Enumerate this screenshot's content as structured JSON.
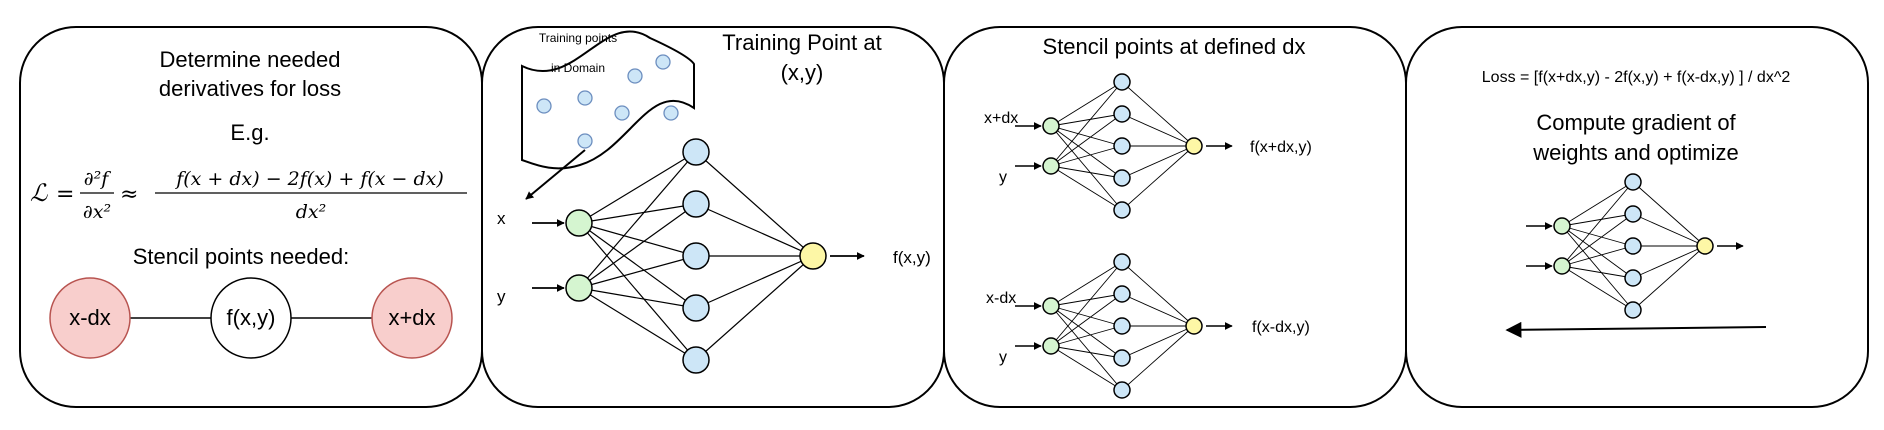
{
  "panel1": {
    "title_line1": "Determine needed",
    "title_line2": "derivatives for loss",
    "eg": "E.g.",
    "formula": {
      "lhs": "ℒ",
      "eq": "=",
      "d2f": "∂²f",
      "dx2": "∂x²",
      "approx": "≈",
      "numerator": "f(x + dx) − 2f(x) + f(x − dx)",
      "denominator": "dx²"
    },
    "stencil_title": "Stencil points needed:",
    "nodes": [
      "x-dx",
      "f(x,y)",
      "x+dx"
    ]
  },
  "panel2": {
    "title_line1": "Training Point at",
    "title_line2": "(x,y)",
    "domain_line1": "Training points",
    "domain_line2": "in Domain",
    "input_x": "x",
    "input_y": "y",
    "output": "f(x,y)"
  },
  "panel3": {
    "title": "Stencil points at defined dx",
    "top_in1": "x+dx",
    "top_in2": "y",
    "top_out": "f(x+dx,y)",
    "bot_in1": "x-dx",
    "bot_in2": "y",
    "bot_out": "f(x-dx,y)"
  },
  "panel4": {
    "loss": "Loss = [f(x+dx,y) - 2f(x,y) + f(x-dx,y) ] / dx^2",
    "title_line1": "Compute gradient of",
    "title_line2": "weights and optimize"
  },
  "colors": {
    "input_node": "#d5f5d0",
    "hidden_node": "#cde6f7",
    "output_node": "#fdf7a6",
    "stencil_node": "#f8cecc",
    "stencil_stroke": "#b85450"
  }
}
